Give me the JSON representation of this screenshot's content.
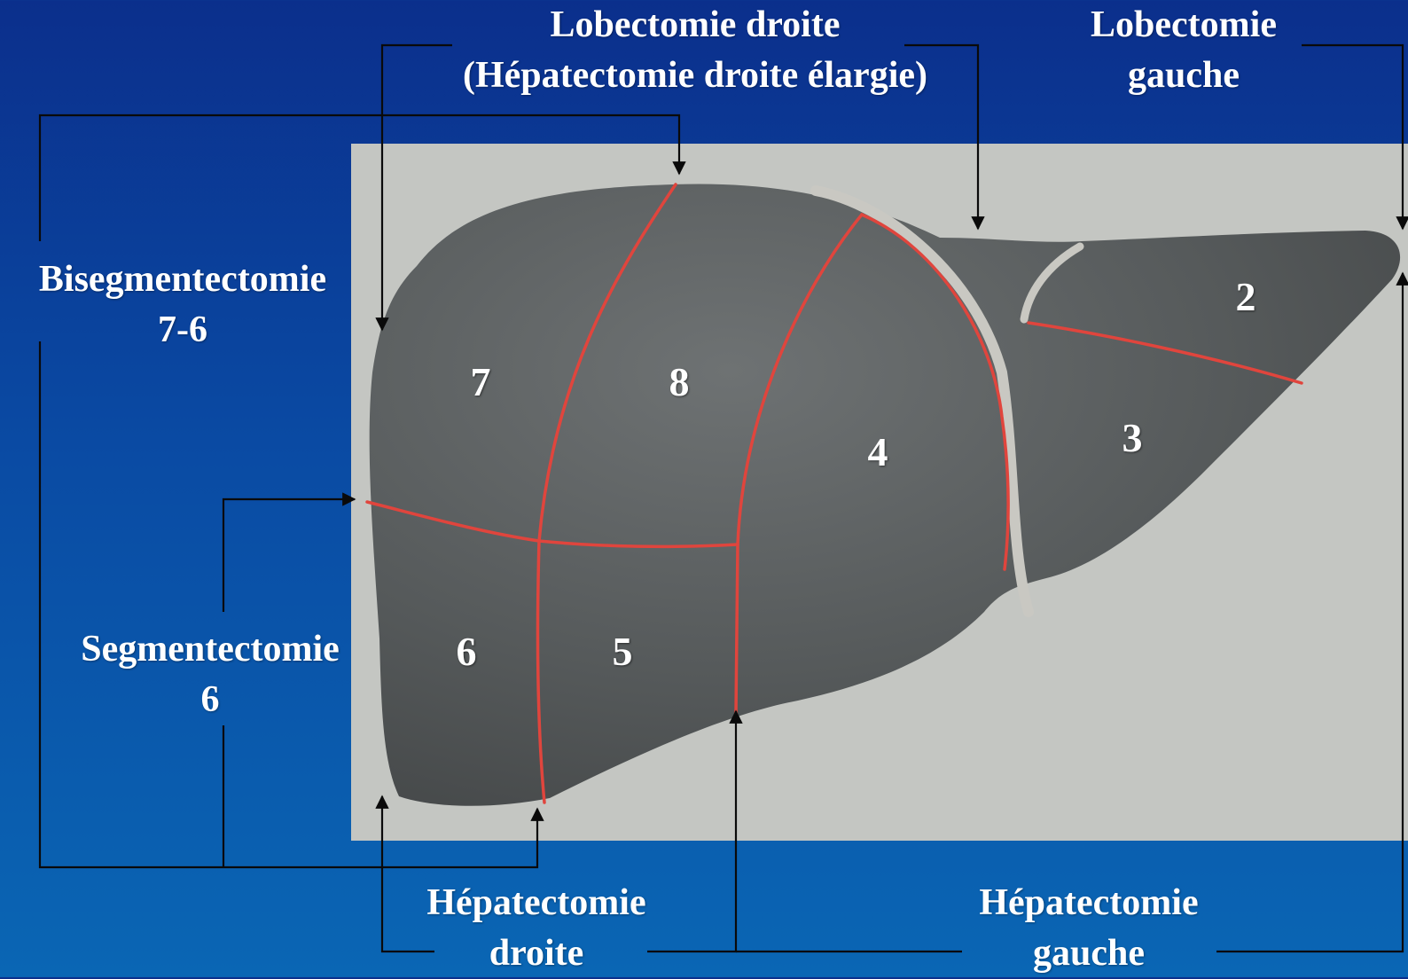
{
  "colors": {
    "background_top": "#0b2f8c",
    "background_bottom": "#0a66b4",
    "photo_background": "#c4c6c2",
    "liver": "#565a5b",
    "ligament": "#c9c8c2",
    "segment_line": "#e0453d",
    "connector": "#0a0a0a",
    "text": "#ffffff"
  },
  "procedures": {
    "lobectomie_droite": {
      "line1": "Lobectomie droite",
      "line2": "(Hépatectomie droite élargie)"
    },
    "lobectomie_gauche": {
      "line1": "Lobectomie",
      "line2": "gauche"
    },
    "bisegmentectomie": {
      "line1": "Bisegmentectomie",
      "line2": "7-6"
    },
    "segmentectomie": {
      "line1": "Segmentectomie",
      "line2": "6"
    },
    "hepatectomie_droite": {
      "line1": "Hépatectomie",
      "line2": "droite"
    },
    "hepatectomie_gauche": {
      "line1": "Hépatectomie",
      "line2": "gauche"
    }
  },
  "segments": [
    "7",
    "8",
    "4",
    "2",
    "3",
    "6",
    "5"
  ]
}
